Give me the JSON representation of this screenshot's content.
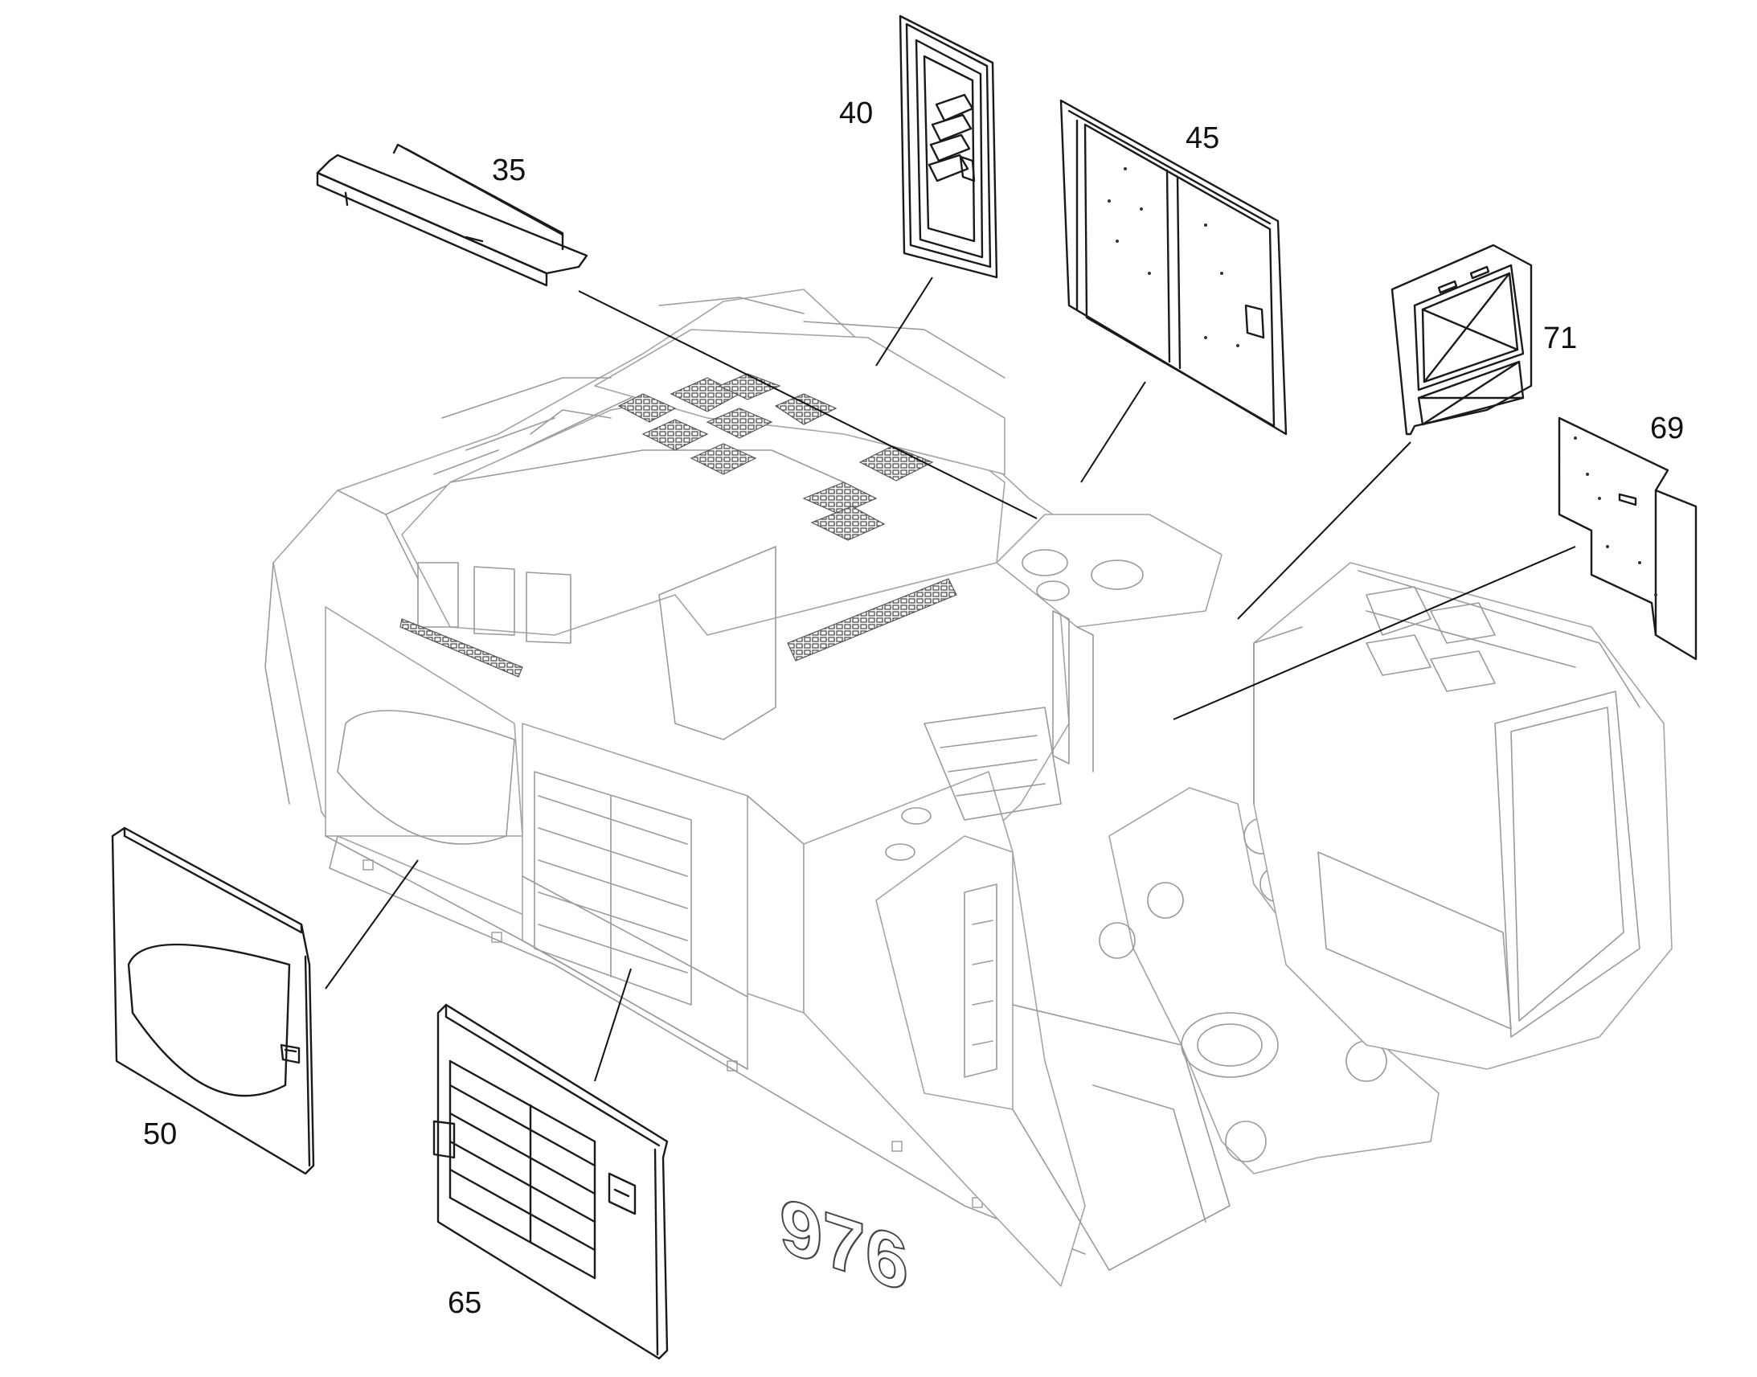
{
  "diagram": {
    "machine_badge": "976",
    "callouts": [
      {
        "id": "35",
        "label": "35"
      },
      {
        "id": "40",
        "label": "40"
      },
      {
        "id": "45",
        "label": "45"
      },
      {
        "id": "71",
        "label": "71"
      },
      {
        "id": "69",
        "label": "69"
      },
      {
        "id": "50",
        "label": "50"
      },
      {
        "id": "65",
        "label": "65"
      }
    ]
  },
  "colors": {
    "line_dark": "#1a1a1a",
    "line_light": "#9a9a9a",
    "background": "#ffffff"
  }
}
